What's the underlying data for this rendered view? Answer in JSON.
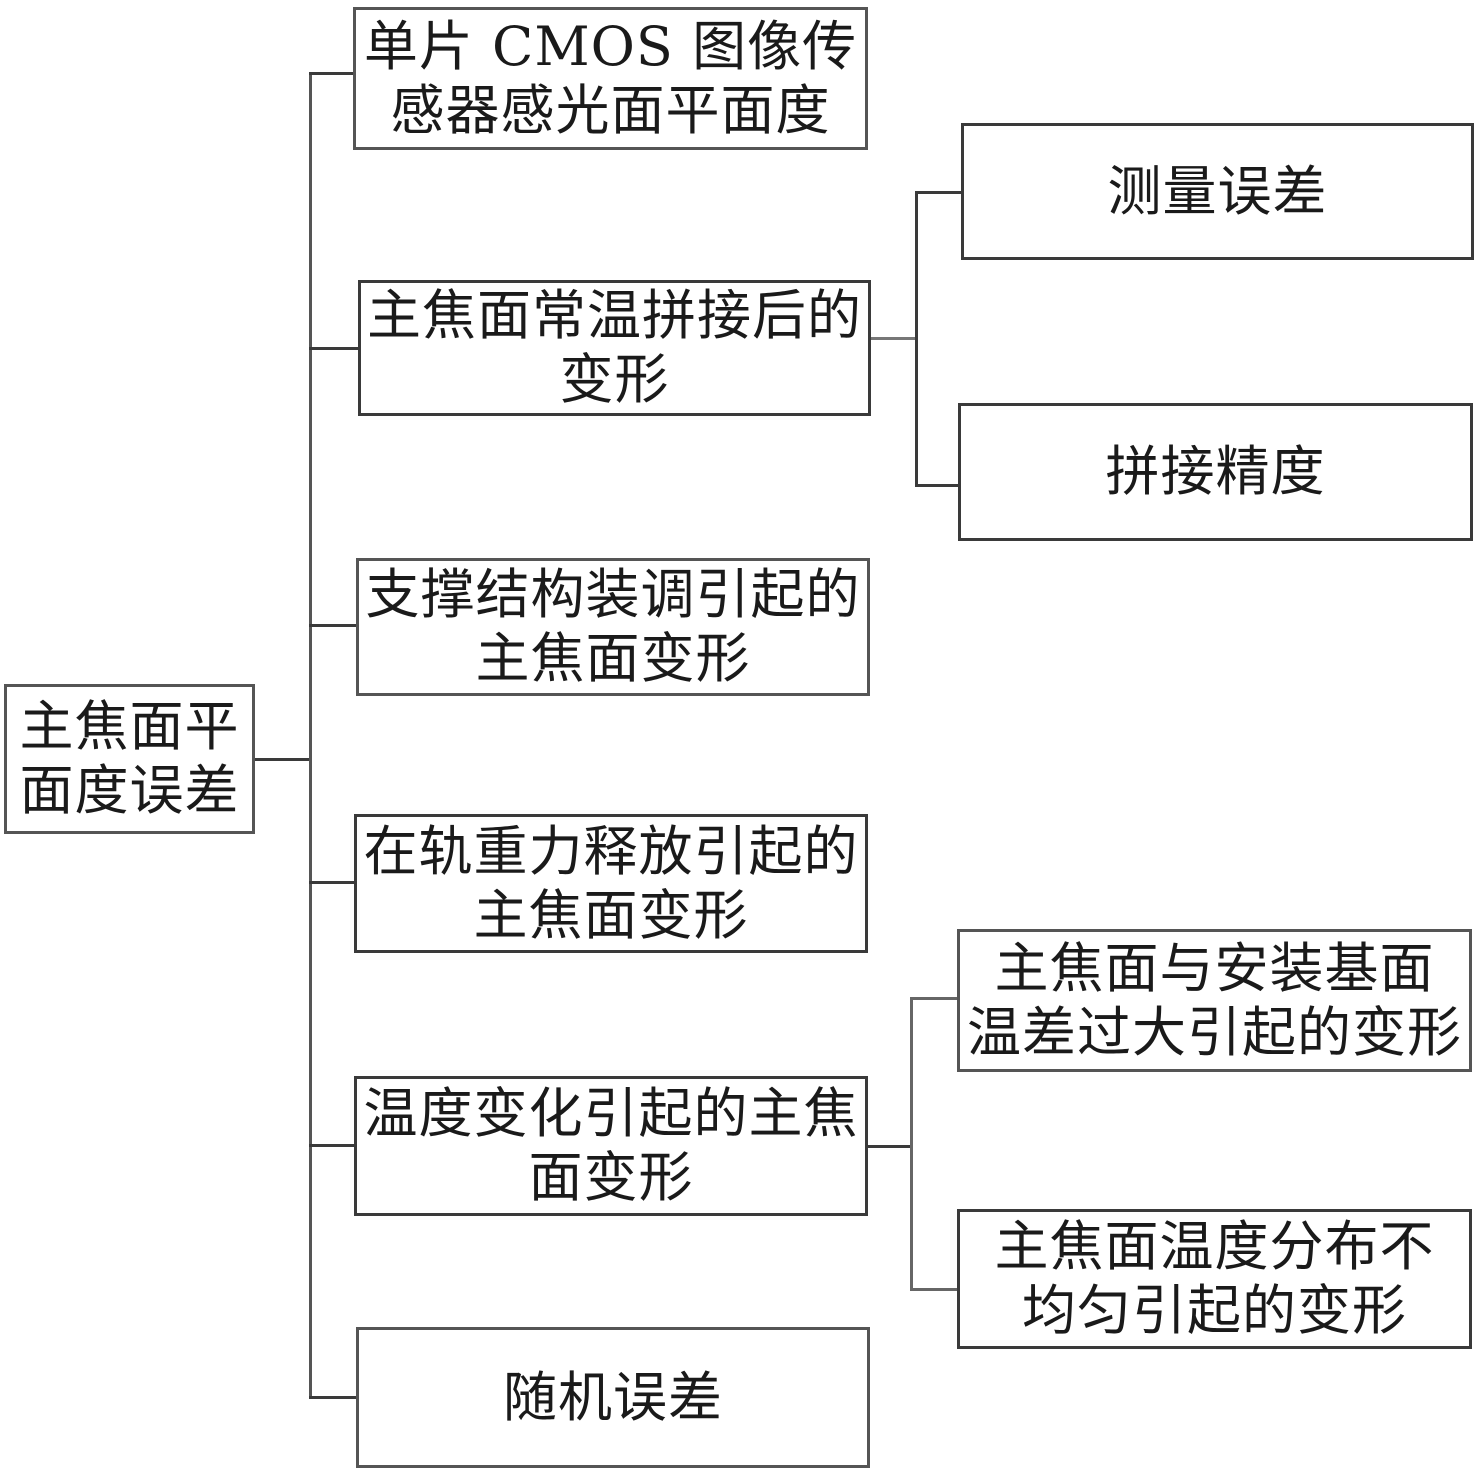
{
  "diagram": {
    "root": {
      "label": "主焦面平面度误差",
      "lines": [
        "主焦面平",
        "面度误差"
      ]
    },
    "level1": [
      {
        "lines": [
          "单片 CMOS 图像传",
          "感器感光面平面度"
        ]
      },
      {
        "lines": [
          "主焦面常温拼接后的",
          "变形"
        ],
        "children": [
          {
            "lines": [
              "测量误差"
            ]
          },
          {
            "lines": [
              "拼接精度"
            ]
          }
        ]
      },
      {
        "lines": [
          "支撑结构装调引起的",
          "主焦面变形"
        ]
      },
      {
        "lines": [
          "在轨重力释放引起的",
          "主焦面变形"
        ]
      },
      {
        "lines": [
          "温度变化引起的主焦",
          "面变形"
        ],
        "children": [
          {
            "lines": [
              "主焦面与安装基面",
              "温差过大引起的变形"
            ]
          },
          {
            "lines": [
              "主焦面温度分布不",
              "均匀引起的变形"
            ]
          }
        ]
      },
      {
        "lines": [
          "随机误差"
        ]
      }
    ]
  }
}
